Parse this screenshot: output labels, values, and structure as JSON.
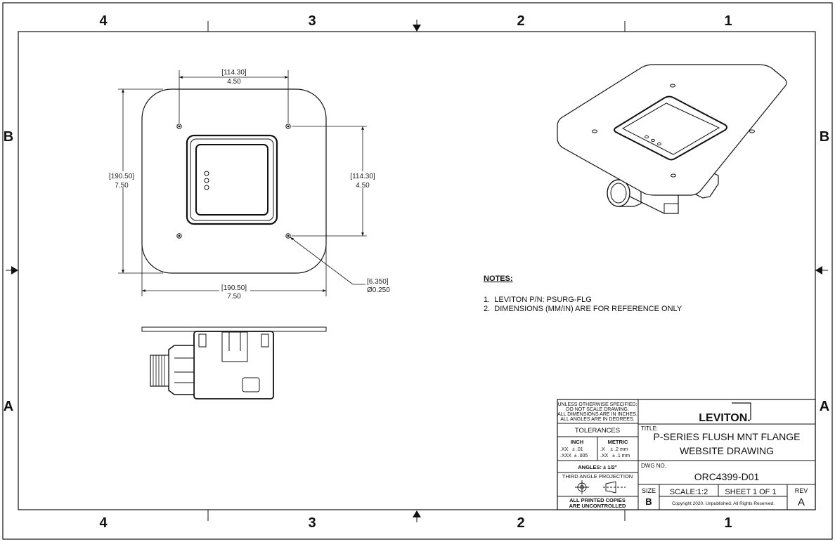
{
  "zones": {
    "cols": [
      "4",
      "3",
      "2",
      "1"
    ],
    "rows": [
      "B",
      "A"
    ]
  },
  "top_view": {
    "bolt_spacing_h": {
      "mm": "[114.30]",
      "in": "4.50"
    },
    "overall_height": {
      "mm": "[190.50]",
      "in": "7.50"
    },
    "bolt_spacing_v": {
      "mm": "[114.30]",
      "in": "4.50"
    },
    "overall_width": {
      "mm": "[190.50]",
      "in": "7.50"
    },
    "hole": {
      "mm": "[6.350]",
      "in": "Ø0.250"
    }
  },
  "notes": {
    "heading": "NOTES:",
    "items": [
      "1.  LEVITON P/N: PSURG-FLG",
      "2.  DIMENSIONS (MM/IN) ARE FOR REFERENCE ONLY"
    ]
  },
  "title_block": {
    "spec_lines": [
      "UNLESS OTHERWISE SPECIFIED:",
      "DO NOT SCALE DRAWING.",
      "ALL DIMENSIONS ARE IN INCHES.",
      "ALL ANGLES ARE IN DEGREES."
    ],
    "tolerances_label": "TOLERANCES",
    "inch_label": "INCH",
    "metric_label": "METRIC",
    "inch_tol": [
      ".XX   ± .01",
      ".XXX  ± .005"
    ],
    "metric_tol": [
      ".X    ± .2 mm",
      ".XX   ± .1 mm"
    ],
    "angles": "ANGLES: ± 1/2°",
    "projection": "THIRD ANGLE PROJECTION",
    "copies": [
      "ALL PRINTED COPIES",
      "ARE UNCONTROLLED"
    ],
    "logo": "LEVITON.",
    "title_label": "TITLE:",
    "title_lines": [
      "P-SERIES FLUSH MNT FLANGE",
      "WEBSITE DRAWING"
    ],
    "dwg_label": "DWG NO.",
    "dwg_no": "ORC4399-D01",
    "size_label": "SIZE",
    "size": "B",
    "scale": "SCALE:1:2",
    "sheet": "SHEET 1 OF 1",
    "copyright": "Copyright 2020. Unpublished. All Rights Reserved.",
    "rev_label": "REV",
    "rev": "A"
  }
}
